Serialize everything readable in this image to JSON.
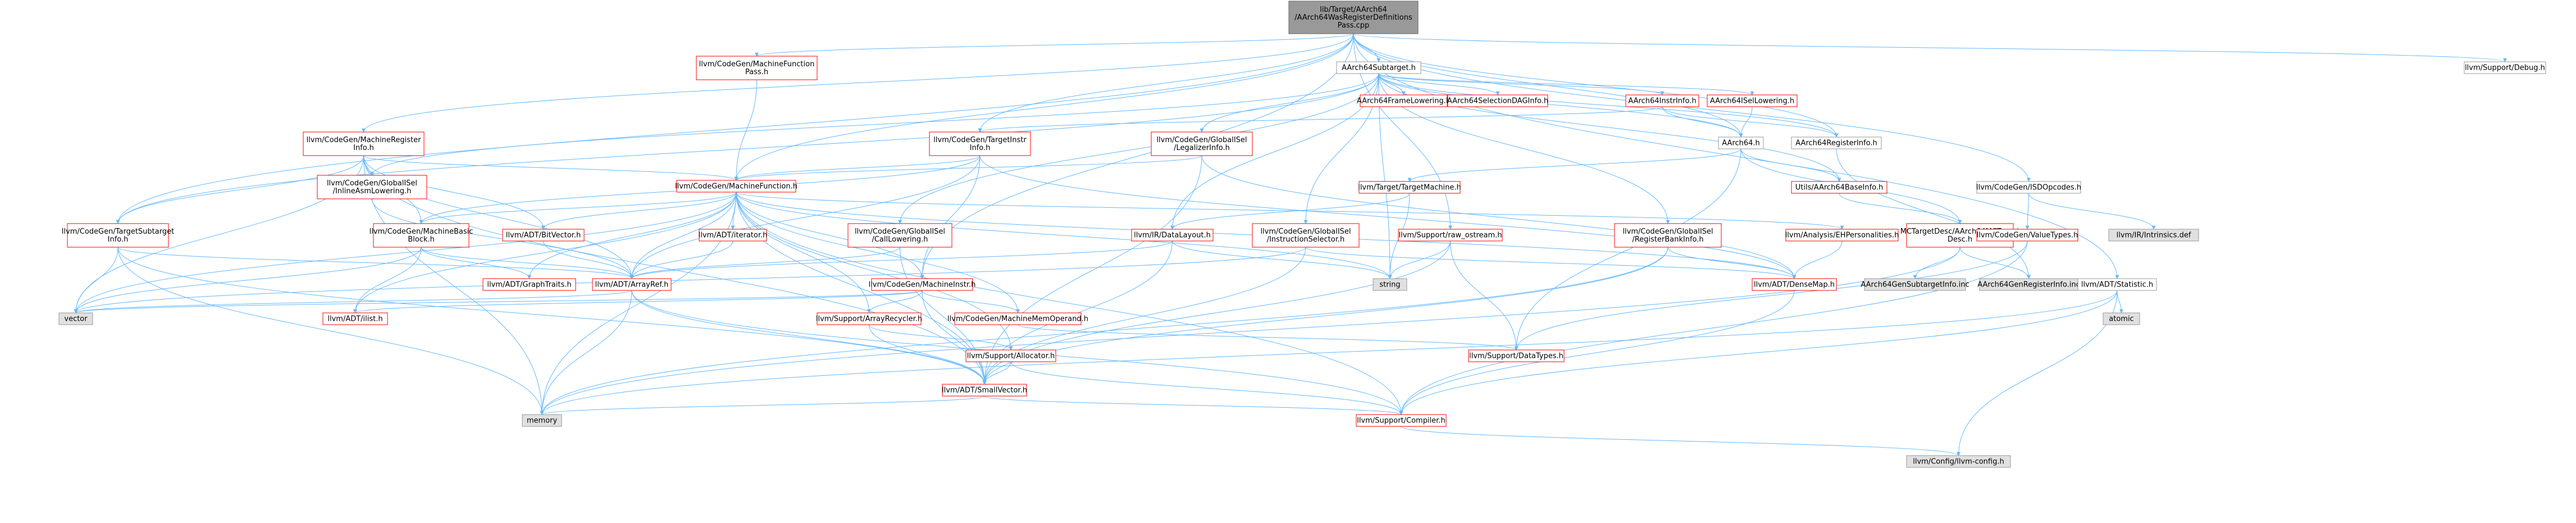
{
  "graph": {
    "colors": {
      "edge": "#63b8ff",
      "red_border": "#ff0000",
      "gray_border": "#999999",
      "grey_fill": "#e0e0e0",
      "root_fill": "#999999",
      "root_border": "#666666",
      "white": "#ffffff",
      "text": "#000000"
    },
    "nodes": [
      {
        "id": "root",
        "lines": [
          "lib/Target/AArch64",
          "/AArch64WasRegisterDefinitions",
          "Pass.cpp"
        ],
        "style": "root"
      },
      {
        "id": "mfpass",
        "lines": [
          "llvm/CodeGen/MachineFunction",
          "Pass.h"
        ],
        "style": "red"
      },
      {
        "id": "subtarget",
        "lines": [
          "AArch64Subtarget.h"
        ],
        "style": "plain"
      },
      {
        "id": "debug",
        "lines": [
          "llvm/Support/Debug.h"
        ],
        "style": "plain"
      },
      {
        "id": "framelow",
        "lines": [
          "AArch64FrameLowering.h"
        ],
        "style": "red"
      },
      {
        "id": "seldag",
        "lines": [
          "AArch64SelectionDAGInfo.h"
        ],
        "style": "red"
      },
      {
        "id": "instrinfo",
        "lines": [
          "AArch64InstrInfo.h"
        ],
        "style": "red"
      },
      {
        "id": "isellow",
        "lines": [
          "AArch64ISelLowering.h"
        ],
        "style": "red"
      },
      {
        "id": "mri",
        "lines": [
          "llvm/CodeGen/MachineRegister",
          "Info.h"
        ],
        "style": "red"
      },
      {
        "id": "tii",
        "lines": [
          "llvm/CodeGen/TargetInstr",
          "Info.h"
        ],
        "style": "red"
      },
      {
        "id": "legalizer",
        "lines": [
          "llvm/CodeGen/GlobalISel",
          "/LegalizerInfo.h"
        ],
        "style": "red"
      },
      {
        "id": "aarch64h",
        "lines": [
          "AArch64.h"
        ],
        "style": "plain"
      },
      {
        "id": "reginfo",
        "lines": [
          "AArch64RegisterInfo.h"
        ],
        "style": "plain"
      },
      {
        "id": "inlineasm",
        "lines": [
          "llvm/CodeGen/GlobalISel",
          "/InlineAsmLowering.h"
        ],
        "style": "red"
      },
      {
        "id": "mf",
        "lines": [
          "llvm/CodeGen/MachineFunction.h"
        ],
        "style": "red"
      },
      {
        "id": "targetmachine",
        "lines": [
          "llvm/Target/TargetMachine.h"
        ],
        "style": "red"
      },
      {
        "id": "baseinfo",
        "lines": [
          "Utils/AArch64BaseInfo.h"
        ],
        "style": "red"
      },
      {
        "id": "isdopcodes",
        "lines": [
          "llvm/CodeGen/ISDOpcodes.h"
        ],
        "style": "plain"
      },
      {
        "id": "tsi",
        "lines": [
          "llvm/CodeGen/TargetSubtarget",
          "Info.h"
        ],
        "style": "red"
      },
      {
        "id": "mbb",
        "lines": [
          "llvm/CodeGen/MachineBasic",
          "Block.h"
        ],
        "style": "red"
      },
      {
        "id": "bitvector",
        "lines": [
          "llvm/ADT/BitVector.h"
        ],
        "style": "red"
      },
      {
        "id": "iterator",
        "lines": [
          "llvm/ADT/iterator.h"
        ],
        "style": "red"
      },
      {
        "id": "calllow",
        "lines": [
          "llvm/CodeGen/GlobalISel",
          "/CallLowering.h"
        ],
        "style": "red"
      },
      {
        "id": "datalayout",
        "lines": [
          "llvm/IR/DataLayout.h"
        ],
        "style": "red"
      },
      {
        "id": "instsel",
        "lines": [
          "llvm/CodeGen/GlobalISel",
          "/InstructionSelector.h"
        ],
        "style": "red"
      },
      {
        "id": "rawostream",
        "lines": [
          "llvm/Support/raw_ostream.h"
        ],
        "style": "red"
      },
      {
        "id": "regbank",
        "lines": [
          "llvm/CodeGen/GlobalISel",
          "/RegisterBankInfo.h"
        ],
        "style": "red"
      },
      {
        "id": "ehpers",
        "lines": [
          "llvm/Analysis/EHPersonalities.h"
        ],
        "style": "red"
      },
      {
        "id": "mctarget",
        "lines": [
          "MCTargetDesc/AArch64MCTarget",
          "Desc.h"
        ],
        "style": "red"
      },
      {
        "id": "valuetypes",
        "lines": [
          "llvm/CodeGen/ValueTypes.h"
        ],
        "style": "red"
      },
      {
        "id": "intrinsics",
        "lines": [
          "llvm/IR/Intrinsics.def"
        ],
        "style": "grey"
      },
      {
        "id": "graphtraits",
        "lines": [
          "llvm/ADT/GraphTraits.h"
        ],
        "style": "red"
      },
      {
        "id": "arrayref",
        "lines": [
          "llvm/ADT/ArrayRef.h"
        ],
        "style": "red"
      },
      {
        "id": "machineinstr",
        "lines": [
          "llvm/CodeGen/MachineInstr.h"
        ],
        "style": "red"
      },
      {
        "id": "string",
        "lines": [
          "string"
        ],
        "style": "grey"
      },
      {
        "id": "densemap",
        "lines": [
          "llvm/ADT/DenseMap.h"
        ],
        "style": "red"
      },
      {
        "id": "subtargetinc",
        "lines": [
          "AArch64GenSubtargetInfo.inc"
        ],
        "style": "grey"
      },
      {
        "id": "reginfoinc",
        "lines": [
          "AArch64GenRegisterInfo.inc"
        ],
        "style": "grey"
      },
      {
        "id": "statistic",
        "lines": [
          "llvm/ADT/Statistic.h"
        ],
        "style": "plain"
      },
      {
        "id": "vector",
        "lines": [
          "vector"
        ],
        "style": "grey"
      },
      {
        "id": "ilist",
        "lines": [
          "llvm/ADT/ilist.h"
        ],
        "style": "red"
      },
      {
        "id": "arrayrecycler",
        "lines": [
          "llvm/Support/ArrayRecycler.h"
        ],
        "style": "red"
      },
      {
        "id": "mmo",
        "lines": [
          "llvm/CodeGen/MachineMemOperand.h"
        ],
        "style": "red"
      },
      {
        "id": "atomic",
        "lines": [
          "atomic"
        ],
        "style": "grey"
      },
      {
        "id": "datatypes",
        "lines": [
          "llvm/Support/DataTypes.h"
        ],
        "style": "red"
      },
      {
        "id": "allocator",
        "lines": [
          "llvm/Support/Allocator.h"
        ],
        "style": "red"
      },
      {
        "id": "smallvector",
        "lines": [
          "llvm/ADT/SmallVector.h"
        ],
        "style": "red"
      },
      {
        "id": "memory",
        "lines": [
          "memory"
        ],
        "style": "grey"
      },
      {
        "id": "compiler",
        "lines": [
          "llvm/Support/Compiler.h"
        ],
        "style": "red"
      },
      {
        "id": "llvmconfig",
        "lines": [
          "llvm/Config/llvm-config.h"
        ],
        "style": "grey"
      }
    ],
    "edges": [
      [
        "root",
        "mfpass"
      ],
      [
        "root",
        "subtarget"
      ],
      [
        "root",
        "debug"
      ],
      [
        "root",
        "mri"
      ],
      [
        "root",
        "tii"
      ],
      [
        "root",
        "tsi"
      ],
      [
        "root",
        "mf"
      ],
      [
        "root",
        "machineinstr"
      ],
      [
        "root",
        "aarch64h"
      ],
      [
        "root",
        "reginfo"
      ],
      [
        "root",
        "rawostream"
      ],
      [
        "root",
        "isdopcodes"
      ],
      [
        "root",
        "statistic"
      ],
      [
        "mfpass",
        "mf"
      ],
      [
        "subtarget",
        "framelow"
      ],
      [
        "subtarget",
        "seldag"
      ],
      [
        "subtarget",
        "instrinfo"
      ],
      [
        "subtarget",
        "isellow"
      ],
      [
        "subtarget",
        "reginfo"
      ],
      [
        "subtarget",
        "legalizer"
      ],
      [
        "subtarget",
        "calllow"
      ],
      [
        "subtarget",
        "instsel"
      ],
      [
        "subtarget",
        "regbank"
      ],
      [
        "subtarget",
        "inlineasm"
      ],
      [
        "subtarget",
        "tsi"
      ],
      [
        "subtarget",
        "datalayout"
      ],
      [
        "subtarget",
        "string"
      ],
      [
        "subtarget",
        "baseinfo"
      ],
      [
        "subtarget",
        "aarch64h"
      ],
      [
        "instrinfo",
        "aarch64h"
      ],
      [
        "instrinfo",
        "tii"
      ],
      [
        "instrinfo",
        "reginfo"
      ],
      [
        "isellow",
        "aarch64h"
      ],
      [
        "mri",
        "mf"
      ],
      [
        "mri",
        "tsi"
      ],
      [
        "mri",
        "mbb"
      ],
      [
        "mri",
        "bitvector"
      ],
      [
        "mri",
        "arrayref"
      ],
      [
        "mri",
        "vector"
      ],
      [
        "mri",
        "memory"
      ],
      [
        "mri",
        "smallvector"
      ],
      [
        "tii",
        "mf"
      ],
      [
        "tii",
        "machineinstr"
      ],
      [
        "tii",
        "mbb"
      ],
      [
        "tii",
        "densemap"
      ],
      [
        "tii",
        "arrayref"
      ],
      [
        "legalizer",
        "mf"
      ],
      [
        "legalizer",
        "smallvector"
      ],
      [
        "legalizer",
        "densemap"
      ],
      [
        "aarch64h",
        "targetmachine"
      ],
      [
        "aarch64h",
        "baseinfo"
      ],
      [
        "aarch64h",
        "mctarget"
      ],
      [
        "aarch64h",
        "datatypes"
      ],
      [
        "reginfo",
        "reginfoinc"
      ],
      [
        "inlineasm",
        "arrayref"
      ],
      [
        "mf",
        "mbb"
      ],
      [
        "mf",
        "bitvector"
      ],
      [
        "mf",
        "iterator"
      ],
      [
        "mf",
        "graphtraits"
      ],
      [
        "mf",
        "arrayref"
      ],
      [
        "mf",
        "machineinstr"
      ],
      [
        "mf",
        "mmo"
      ],
      [
        "mf",
        "arrayrecycler"
      ],
      [
        "mf",
        "allocator"
      ],
      [
        "mf",
        "smallvector"
      ],
      [
        "mf",
        "densemap"
      ],
      [
        "mf",
        "ehpers"
      ],
      [
        "mf",
        "ilist"
      ],
      [
        "mf",
        "vector"
      ],
      [
        "mf",
        "memory"
      ],
      [
        "mf",
        "compiler"
      ],
      [
        "mf",
        "string"
      ],
      [
        "targetmachine",
        "datalayout"
      ],
      [
        "targetmachine",
        "string"
      ],
      [
        "baseinfo",
        "mctarget"
      ],
      [
        "isdopcodes",
        "valuetypes"
      ],
      [
        "isdopcodes",
        "intrinsics"
      ],
      [
        "tsi",
        "arrayref"
      ],
      [
        "tsi",
        "smallvector"
      ],
      [
        "tsi",
        "memory"
      ],
      [
        "tsi",
        "vector"
      ],
      [
        "mbb",
        "graphtraits"
      ],
      [
        "mbb",
        "ilist"
      ],
      [
        "mbb",
        "vector"
      ],
      [
        "mbb",
        "arrayref"
      ],
      [
        "bitvector",
        "arrayref"
      ],
      [
        "iterator",
        "arrayref"
      ],
      [
        "calllow",
        "arrayref"
      ],
      [
        "calllow",
        "smallvector"
      ],
      [
        "datalayout",
        "arrayref"
      ],
      [
        "datalayout",
        "smallvector"
      ],
      [
        "datalayout",
        "string"
      ],
      [
        "instsel",
        "smallvector"
      ],
      [
        "instsel",
        "densemap"
      ],
      [
        "instsel",
        "vector"
      ],
      [
        "rawostream",
        "datatypes"
      ],
      [
        "rawostream",
        "string"
      ],
      [
        "rawostream",
        "smallvector"
      ],
      [
        "regbank",
        "densemap"
      ],
      [
        "regbank",
        "smallvector"
      ],
      [
        "regbank",
        "memory"
      ],
      [
        "ehpers",
        "densemap"
      ],
      [
        "mctarget",
        "subtargetinc"
      ],
      [
        "mctarget",
        "reginfoinc"
      ],
      [
        "mctarget",
        "memory"
      ],
      [
        "valuetypes",
        "datatypes"
      ],
      [
        "valuetypes",
        "compiler"
      ],
      [
        "arrayref",
        "compiler"
      ],
      [
        "arrayref",
        "smallvector"
      ],
      [
        "arrayref",
        "vector"
      ],
      [
        "arrayref",
        "memory"
      ],
      [
        "machineinstr",
        "mmo"
      ],
      [
        "machineinstr",
        "arrayrecycler"
      ],
      [
        "machineinstr",
        "ilist"
      ],
      [
        "machineinstr",
        "vector"
      ],
      [
        "machineinstr",
        "smallvector"
      ],
      [
        "densemap",
        "compiler"
      ],
      [
        "statistic",
        "atomic"
      ],
      [
        "statistic",
        "compiler"
      ],
      [
        "statistic",
        "memory"
      ],
      [
        "statistic",
        "llvmconfig"
      ],
      [
        "arrayrecycler",
        "allocator"
      ],
      [
        "arrayrecycler",
        "smallvector"
      ],
      [
        "mmo",
        "datatypes"
      ],
      [
        "allocator",
        "smallvector"
      ],
      [
        "allocator",
        "compiler"
      ],
      [
        "smallvector",
        "compiler"
      ],
      [
        "smallvector",
        "memory"
      ],
      [
        "compiler",
        "llvmconfig"
      ]
    ]
  }
}
